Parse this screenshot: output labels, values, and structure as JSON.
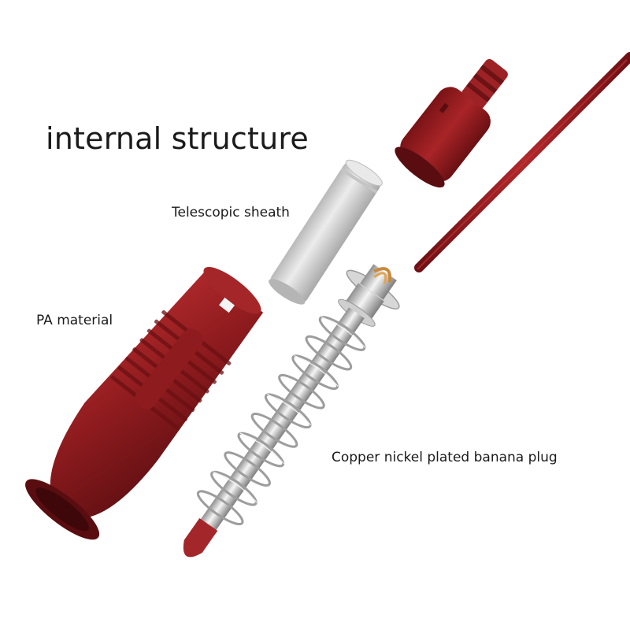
{
  "title": "internal structure",
  "labels": {
    "telescopic_sheath": "Telescopic sheath",
    "pa_material": "PA material",
    "banana_plug": "Copper nickel plated banana plug"
  },
  "colors": {
    "background": "#ffffff",
    "red_plastic": "#8e1b1e",
    "sheath_grey": "#d8d8d8",
    "metal": "#c9c9c9",
    "copper": "#c98a3a"
  }
}
